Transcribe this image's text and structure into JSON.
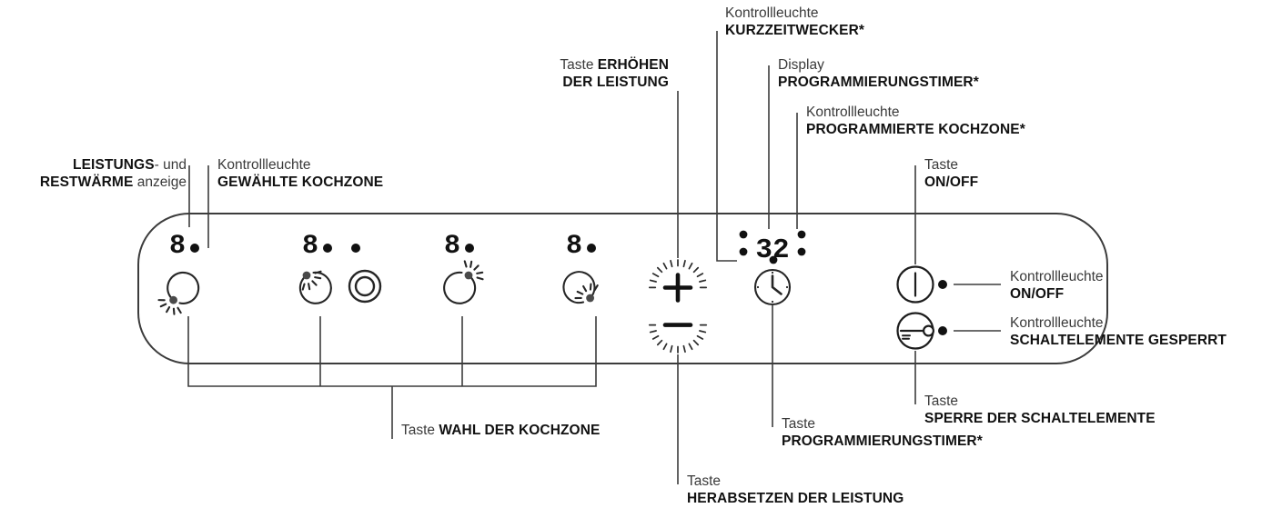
{
  "diagram": {
    "title": "Bedienfeld Kochfeld - Beschriftung",
    "line_color": "#3c3c3c",
    "ink_color": "#111111",
    "light_text_color": "#3a3a3a"
  },
  "panel": {
    "displays": [
      {
        "name": "zone-1-display",
        "value": "8.",
        "extra_dot": false
      },
      {
        "name": "zone-2-display",
        "value": "8.",
        "extra_dot": true
      },
      {
        "name": "zone-3-display",
        "value": "8.",
        "extra_dot": false
      },
      {
        "name": "zone-4-display",
        "value": "8.",
        "extra_dot": false
      }
    ],
    "timer_display": {
      "left_colon": ":",
      "digits": "32",
      "right_colon": ":",
      "zone_dot": true
    },
    "buttons": {
      "increase": "+",
      "decrease": "−",
      "timer": "clock-icon",
      "onoff": "power-icon",
      "lock": "key-icon"
    },
    "indicator_lights": {
      "onoff": "●",
      "lock": "●"
    }
  },
  "labels": {
    "power_residual_heat": {
      "bold1": "LEISTUNGS",
      "light1": "- und",
      "bold2": "RESTWÄRME",
      "light2": " anzeige"
    },
    "selected_zone": {
      "light": "Kontrollleuchte",
      "bold": "GEWÄHLTE KOCHZONE"
    },
    "increase_power": {
      "light": "Taste ",
      "bold": "ERHÖHEN",
      "bold2": "DER LEISTUNG"
    },
    "timer_lamp": {
      "light": "Kontrollleuchte",
      "bold": "KURZZEITWECKER*"
    },
    "timer_display_label": {
      "light": "Display",
      "bold": "PROGRAMMIERUNGSTIMER*"
    },
    "programmed_zone": {
      "light": "Kontrollleuchte",
      "bold": "PROGRAMMIERTE KOCHZONE*"
    },
    "onoff_button": {
      "light": "Taste",
      "bold": "ON/OFF"
    },
    "onoff_lamp": {
      "light": "Kontrollleuchte",
      "bold": "ON/OFF"
    },
    "lock_lamp": {
      "light": "Kontrollleuchte",
      "bold": "SCHALTELEMENTE GESPERRT"
    },
    "lock_button": {
      "light": "Taste",
      "bold": "SPERRE DER SCHALTELEMENTE"
    },
    "zone_select": {
      "light": "Taste ",
      "bold": "WAHL DER KOCHZONE"
    },
    "timer_button": {
      "light": "Taste",
      "bold": "PROGRAMMIERUNGSTIMER*"
    },
    "decrease_power": {
      "light": "Taste",
      "bold": "HERABSETZEN DER LEISTUNG"
    }
  }
}
